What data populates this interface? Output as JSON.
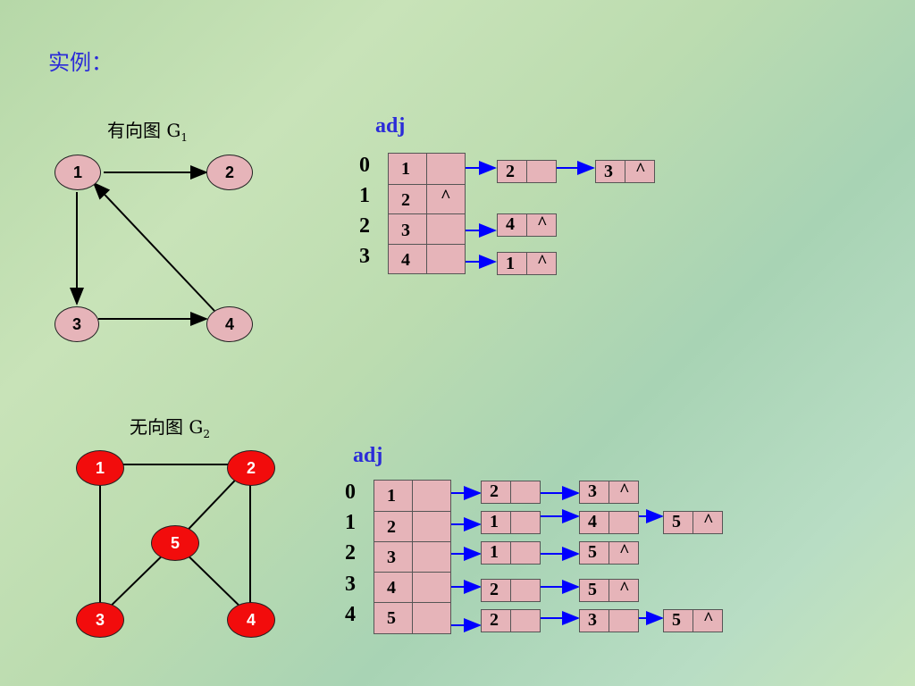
{
  "title": "实例：",
  "graph1": {
    "label": "有向图 G",
    "label_sub": "1",
    "nodes": [
      "1",
      "2",
      "3",
      "4"
    ],
    "edges": [
      [
        "1",
        "2"
      ],
      [
        "1",
        "3"
      ],
      [
        "3",
        "4"
      ],
      [
        "4",
        "1"
      ]
    ]
  },
  "graph2": {
    "label": "无向图 G",
    "label_sub": "2",
    "nodes": [
      "1",
      "2",
      "5",
      "3",
      "4"
    ],
    "edges": [
      [
        "1",
        "2"
      ],
      [
        "1",
        "3"
      ],
      [
        "2",
        "5"
      ],
      [
        "2",
        "4"
      ],
      [
        "5",
        "3"
      ],
      [
        "5",
        "4"
      ]
    ]
  },
  "adj1": {
    "label": "adj",
    "indices": [
      "0",
      "1",
      "2",
      "3"
    ],
    "vertices": [
      "1",
      "2",
      "3",
      "4"
    ],
    "null_mark": "^",
    "lists": [
      [
        "2",
        "3"
      ],
      [],
      [
        "4"
      ],
      [
        "1"
      ]
    ]
  },
  "adj2": {
    "label": "adj",
    "indices": [
      "0",
      "1",
      "2",
      "3",
      "4"
    ],
    "vertices": [
      "1",
      "2",
      "3",
      "4",
      "5"
    ],
    "null_mark": "^",
    "lists": [
      [
        "2",
        "3"
      ],
      [
        "1",
        "4",
        "5"
      ],
      [
        "1",
        "5"
      ],
      [
        "2",
        "5"
      ],
      [
        "2",
        "3",
        "5"
      ]
    ]
  },
  "colors": {
    "accent": "#2b2bd8",
    "cell": "#e6b4b9",
    "red_node": "#f20c0c",
    "arrow": "#0000ff"
  }
}
